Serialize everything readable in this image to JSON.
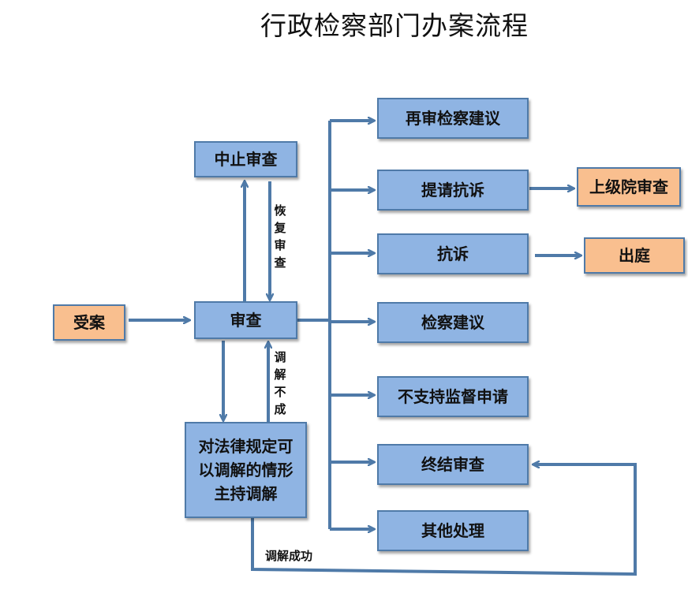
{
  "title": "行政检察部门办案流程",
  "colors": {
    "box_blue": "#8fb4e3",
    "box_orange": "#f9bf8f",
    "arrow": "#4f7aa8"
  },
  "nodes": {
    "accept": "受案",
    "review": "审查",
    "suspend": "中止审查",
    "mediation": "对法律规定可以调解的情形主持调解",
    "retrial_suggestion": "再审检察建议",
    "request_protest": "提请抗诉",
    "higher_review": "上级院审查",
    "protest": "抗诉",
    "court": "出庭",
    "procuratorial_suggestion": "检察建议",
    "not_support": "不支持监督申请",
    "terminate": "终结审查",
    "other": "其他处理"
  },
  "edge_labels": {
    "resume": "恢\n复\n审\n查",
    "mediation_failed": "调\n解\n不\n成",
    "mediation_success": "调解成功"
  }
}
